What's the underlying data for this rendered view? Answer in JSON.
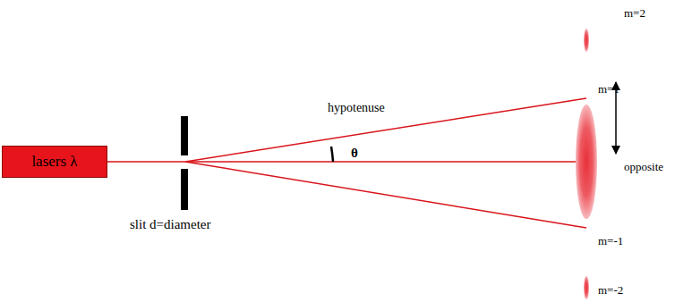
{
  "diagram": {
    "nodes": [
      {
        "text": [
          "lasers λ"
        ]
      }
    ],
    "labels": [
      "m=2",
      "m=1",
      "hypotenuse",
      "θ",
      "opposite",
      "slit d=diameter",
      "m=-1",
      "m=-2"
    ]
  }
}
